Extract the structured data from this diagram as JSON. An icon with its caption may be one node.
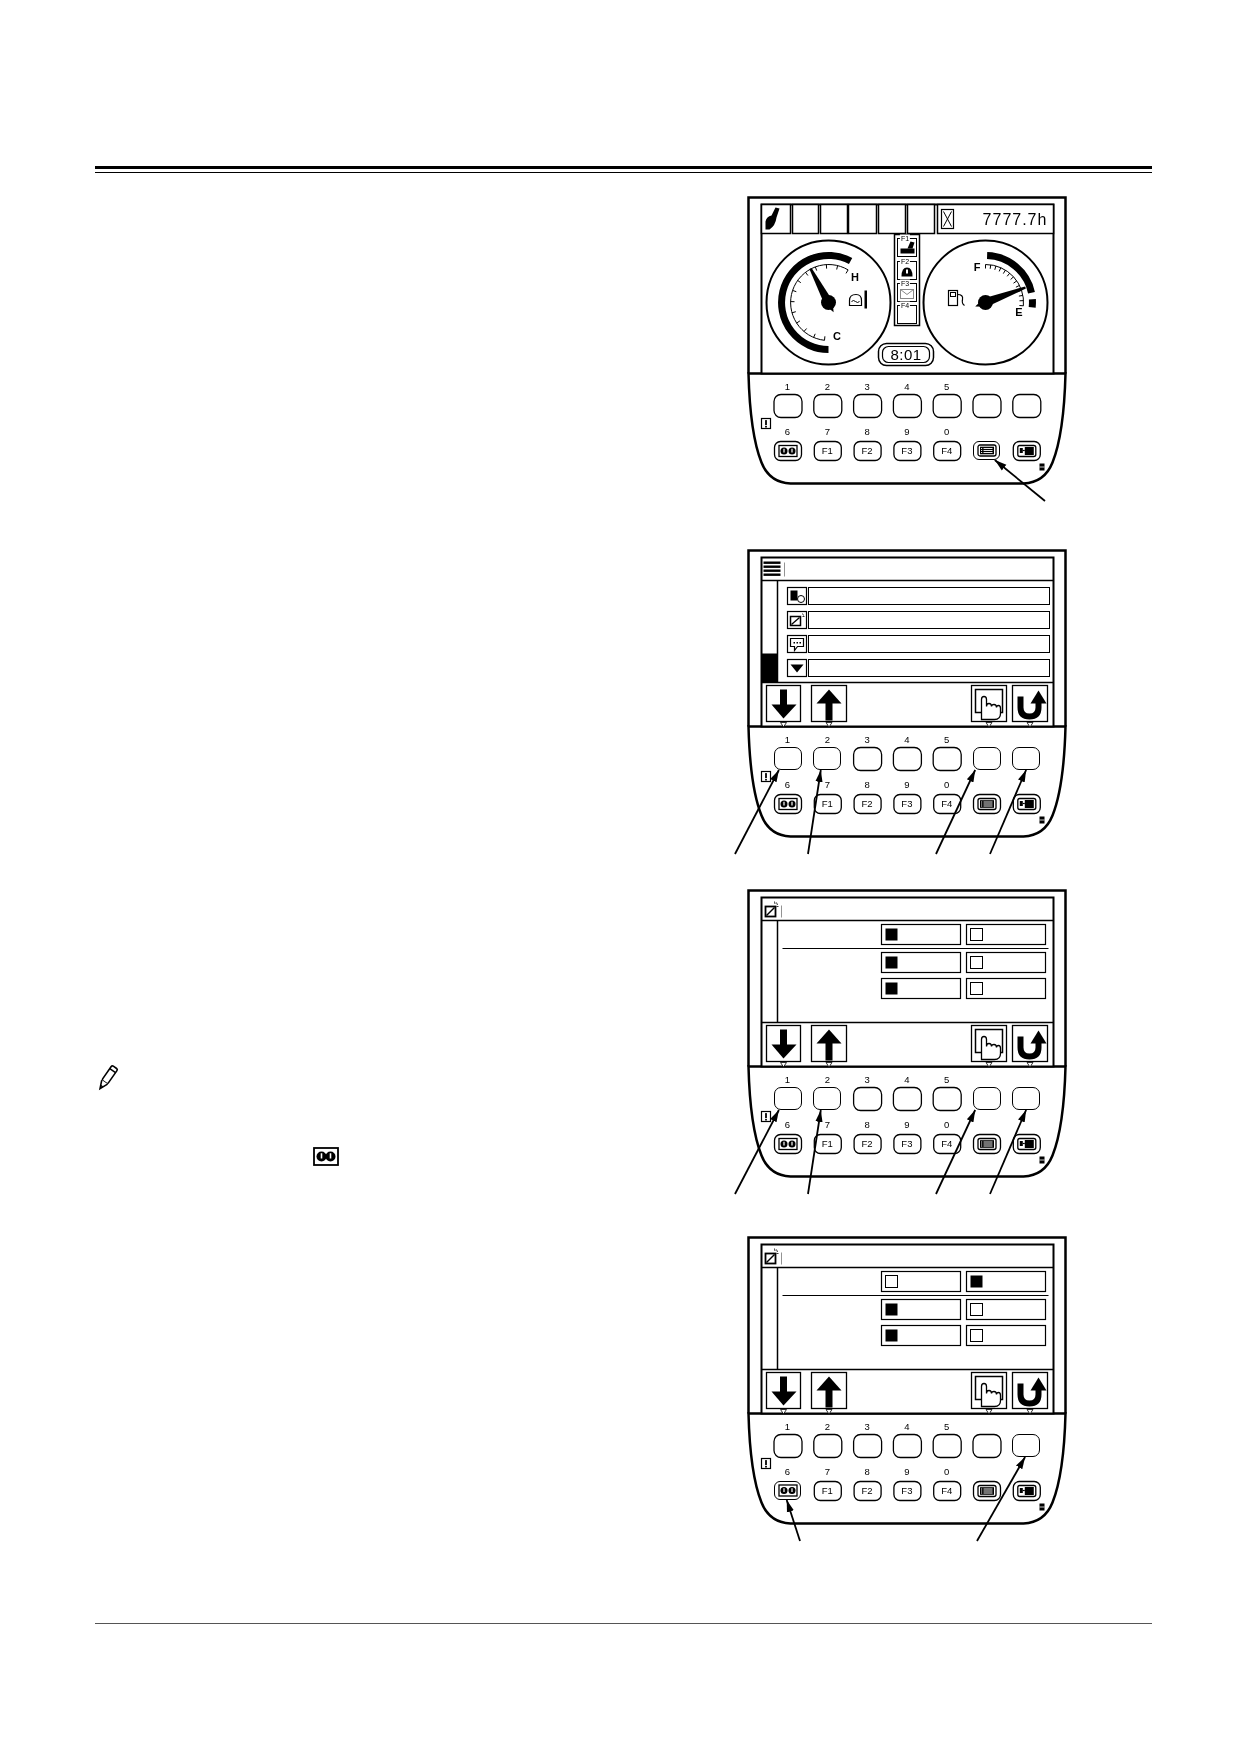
{
  "diagram": {
    "nodes": [
      {
        "text": [],
        "shape": "box"
      },
      {
        "text": [],
        "shape": "box"
      },
      {
        "text": [],
        "shape": "box"
      },
      {
        "text": [],
        "shape": "box"
      },
      {
        "text": [],
        "shape": "box"
      },
      {
        "text": [],
        "shape": "box"
      },
      {
        "text": [],
        "shape": "box"
      },
      {
        "text": [],
        "shape": "box"
      },
      {
        "text": [],
        "shape": "box"
      },
      {
        "text": [],
        "shape": "box"
      },
      {
        "text": [],
        "shape": "box"
      }
    ],
    "edges": [
      {
        "from": null,
        "to": 0,
        "arrow": "to"
      },
      {
        "from": null,
        "to": 1,
        "arrow": "to"
      },
      {
        "from": null,
        "to": 2,
        "arrow": "to"
      },
      {
        "from": null,
        "to": 3,
        "arrow": "to"
      },
      {
        "from": null,
        "to": 4,
        "arrow": "to"
      },
      {
        "from": null,
        "to": 5,
        "arrow": "to"
      },
      {
        "from": null,
        "to": 6,
        "arrow": "to"
      },
      {
        "from": null,
        "to": 7,
        "arrow": "to"
      },
      {
        "from": null,
        "to": 8,
        "arrow": "to"
      },
      {
        "from": null,
        "to": 9,
        "arrow": "to"
      },
      {
        "from": null,
        "to": 10,
        "arrow": "to"
      }
    ],
    "labels": [
      "7777.7h",
      "H",
      "C",
      "F1",
      "F2",
      "F3",
      "F4",
      "F",
      "E",
      "8:01",
      "1",
      "2",
      "3",
      "4",
      "5",
      "6",
      "7",
      "8",
      "9",
      "0",
      "F1",
      "F2",
      "F3",
      "F4",
      "1",
      "2",
      "3",
      "4",
      "5",
      "6",
      "7",
      "8",
      "9",
      "0",
      "F1",
      "F2",
      "F3",
      "F4",
      "1",
      "2",
      "3",
      "4",
      "5",
      "6",
      "7",
      "8",
      "9",
      "0",
      "F1",
      "F2",
      "F3",
      "F4",
      "1",
      "2",
      "3",
      "4",
      "5",
      "6",
      "7",
      "8",
      "9",
      "0",
      "F1",
      "F2",
      "F3",
      "F4"
    ]
  }
}
